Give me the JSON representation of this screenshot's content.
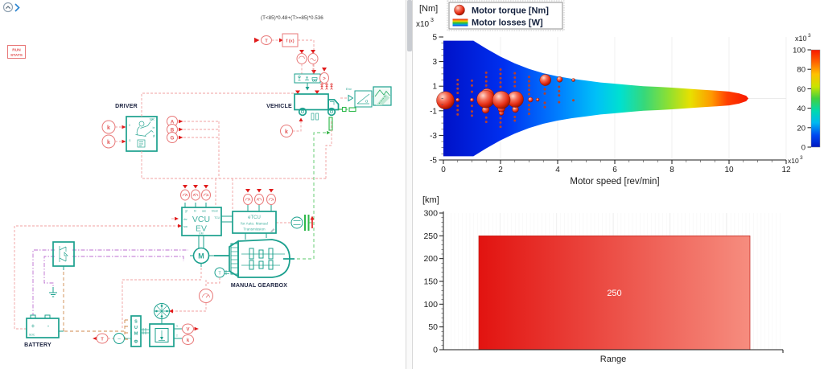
{
  "header": {
    "collapse_icon": "circled-chevron-up",
    "expand_icon": "chevron-right"
  },
  "colors": {
    "teal": "#1ba08e",
    "signal_red": "#f0a0a0",
    "signal_green": "#58c868",
    "signal_purple": "#bd6fd2",
    "signal_orange": "#cf8a4e",
    "accent_red": "#e01b1b"
  },
  "diagram": {
    "run_stats": {
      "line1": "RUN",
      "line2": "STATS"
    },
    "formula": "(T<85)*0.48+(T>=85)*0.536",
    "labels": {
      "driver": "DRIVER",
      "vehicle": "VEHICLE",
      "gearbox": "MANUAL GEARBOX",
      "battery": "BATTERY"
    },
    "vcu": {
      "line1": "VCU",
      "line2": "EV",
      "port_gf": "gf",
      "port_br": "br",
      "port_acc": "acc",
      "port_brout": "brout",
      "port_drv": "drv",
      "port_soc": "soc",
      "port_tcu": "TCU",
      "port_em": "EM"
    },
    "etcu": {
      "line1": "eTCU",
      "line2": "for Auto. Manual",
      "line3": "Transmission"
    },
    "sum": {
      "c0": "S",
      "c1": "U",
      "c2": "M",
      "c3": "Φ"
    },
    "battery": {
      "plus": "+",
      "minus": "-",
      "soc": "SOC"
    },
    "nodes": {
      "k": "k",
      "a": "A",
      "b": "B",
      "g": "G",
      "m": "M",
      "t": "T",
      "v": "V",
      "minus": "−",
      "fx": "f (x)",
      "env": "Env",
      "alpha": "α",
      "y": "Y"
    },
    "driver_ports": {
      "p1": "V",
      "p2": "G",
      "p3": "SOC",
      "p4": "br",
      "p5": "gf"
    }
  },
  "chart_data": [
    {
      "type": "scatter",
      "y_unit": "[Nm]",
      "y_multiplier": {
        "base": "x10",
        "exp": "3"
      },
      "x_multiplier": {
        "base": "x10",
        "exp": "3"
      },
      "xlabel": "Motor speed [rev/min]",
      "xlim": [
        0,
        12
      ],
      "ylim": [
        -5,
        5
      ],
      "xticks": [
        0,
        2,
        4,
        6,
        8,
        10,
        12
      ],
      "yticks": [
        5,
        3,
        1,
        -1,
        -3,
        -5
      ],
      "grid": true,
      "legend": [
        {
          "marker": "sphere",
          "label": "Motor torque [Nm]"
        },
        {
          "marker": "rainbow",
          "label": "Motor losses [W]"
        }
      ],
      "legend_swatch_stops": [
        [
          "0%",
          "#e81010"
        ],
        [
          "30%",
          "#ffd000"
        ],
        [
          "55%",
          "#30c030"
        ],
        [
          "80%",
          "#00a0e8"
        ],
        [
          "100%",
          "#1030d8"
        ]
      ],
      "colorbar": {
        "multiplier": {
          "base": "x10",
          "exp": "3"
        },
        "ticks": [
          100,
          80,
          60,
          40,
          20,
          0
        ],
        "gradient_stops": [
          [
            "0%",
            "#f81800"
          ],
          [
            "12%",
            "#ff6000"
          ],
          [
            "25%",
            "#ffc000"
          ],
          [
            "38%",
            "#c8e400"
          ],
          [
            "50%",
            "#40d040"
          ],
          [
            "63%",
            "#00d8b0"
          ],
          [
            "75%",
            "#00b8f0"
          ],
          [
            "88%",
            "#0048f0"
          ],
          [
            "100%",
            "#0018c0"
          ]
        ]
      },
      "losses_region": {
        "x": [
          0,
          1.05,
          1.5,
          2,
          2.5,
          3,
          3.5,
          4,
          4.5,
          5,
          5.5,
          6,
          6.5,
          7,
          7.5,
          8,
          8.5,
          9,
          9.5,
          10,
          10.35,
          10.6,
          10.68
        ],
        "half_width": [
          4.7,
          4.7,
          4.05,
          3.4,
          2.85,
          2.4,
          2.05,
          1.8,
          1.6,
          1.45,
          1.3,
          1.2,
          1.1,
          1.0,
          0.95,
          0.88,
          0.8,
          0.72,
          0.65,
          0.56,
          0.42,
          0.22,
          0
        ],
        "gradient_stops": [
          [
            "0%",
            "#0012c8"
          ],
          [
            "20%",
            "#0030f0"
          ],
          [
            "38%",
            "#0080ff"
          ],
          [
            "50%",
            "#00c0f8"
          ],
          [
            "58%",
            "#00e0d0"
          ],
          [
            "66%",
            "#38d878"
          ],
          [
            "74%",
            "#90e030"
          ],
          [
            "81%",
            "#e8e000"
          ],
          [
            "88%",
            "#ff9800"
          ],
          [
            "93%",
            "#ff4000"
          ],
          [
            "100%",
            "#f81800"
          ]
        ]
      },
      "torque_spheres": [
        [
          0.07,
          -0.15,
          11
        ],
        [
          1.48,
          -0.05,
          11
        ],
        [
          1.53,
          0.25,
          8.5
        ],
        [
          2.03,
          -0.12,
          11
        ],
        [
          2.52,
          -0.07,
          10
        ],
        [
          3.57,
          1.5,
          7
        ],
        [
          4.07,
          1.55,
          3.5
        ],
        [
          1.48,
          -0.92,
          4.5
        ],
        [
          2.03,
          -0.82,
          4.5
        ],
        [
          2.03,
          -1.18,
          3
        ],
        [
          2.52,
          -0.88,
          4
        ],
        [
          3.05,
          -0.1,
          3
        ],
        [
          0.5,
          -0.12,
          2.3
        ],
        [
          1.0,
          -0.12,
          2.3
        ],
        [
          4.55,
          1.5,
          2
        ],
        [
          3.3,
          -0.1,
          2
        ]
      ],
      "torque_dots": [
        [
          0.5,
          1.5
        ],
        [
          0.5,
          1.15
        ],
        [
          0.5,
          0.8
        ],
        [
          0.5,
          0.45
        ],
        [
          0.5,
          -0.6
        ],
        [
          0.5,
          -0.95
        ],
        [
          0.5,
          -1.3
        ],
        [
          1,
          1.45
        ],
        [
          1,
          1.05
        ],
        [
          1,
          0.55
        ],
        [
          1,
          -0.6
        ],
        [
          1,
          -1.05
        ],
        [
          1,
          -1.4
        ],
        [
          1.5,
          2.1
        ],
        [
          1.5,
          1.75
        ],
        [
          1.5,
          1.4
        ],
        [
          1.5,
          1.05
        ],
        [
          1.5,
          0.7
        ],
        [
          1.5,
          -1.55
        ],
        [
          1.5,
          -1.9
        ],
        [
          2,
          2.35
        ],
        [
          2,
          2
        ],
        [
          2,
          1.65
        ],
        [
          2,
          1.3
        ],
        [
          2,
          0.95
        ],
        [
          2,
          -1.6
        ],
        [
          2,
          -1.95
        ],
        [
          2,
          -2.3
        ],
        [
          2.5,
          2.05
        ],
        [
          2.5,
          1.7
        ],
        [
          2.5,
          1.35
        ],
        [
          2.5,
          1
        ],
        [
          2.5,
          -1.5
        ],
        [
          2.5,
          -1.8
        ],
        [
          3,
          1.75
        ],
        [
          3,
          1.4
        ],
        [
          3,
          1.05
        ],
        [
          3,
          0.7
        ],
        [
          3,
          0.35
        ],
        [
          3,
          -0.55
        ],
        [
          3,
          -0.9
        ],
        [
          3,
          -1.25
        ],
        [
          3.55,
          1.1
        ],
        [
          3.55,
          0.75
        ],
        [
          3.55,
          0.4
        ],
        [
          3.55,
          -0.35
        ],
        [
          3.55,
          -0.7
        ],
        [
          4.05,
          0.95
        ],
        [
          4.05,
          0.6
        ],
        [
          4.05,
          0.25
        ],
        [
          4.05,
          -0.3
        ],
        [
          4.55,
          -0.15
        ]
      ]
    },
    {
      "type": "bar",
      "y_unit": "[km]",
      "categories": [
        "Range"
      ],
      "values": [
        250
      ],
      "bar_labels": [
        "250"
      ],
      "ylim": [
        0,
        300
      ],
      "yticks": [
        300,
        250,
        200,
        150,
        100,
        50,
        0
      ],
      "bar_gradient": [
        "#e21310",
        "#f68d7f"
      ]
    }
  ]
}
